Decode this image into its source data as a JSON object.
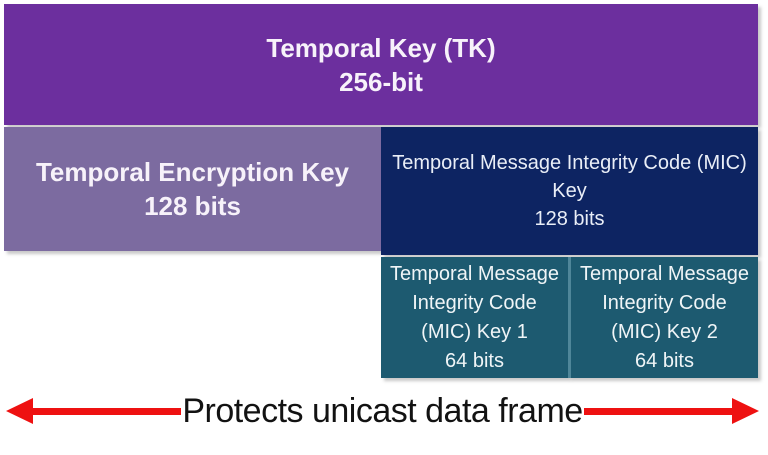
{
  "diagram": {
    "boxes": {
      "tk": {
        "lines": [
          "Temporal Key (TK)",
          "256-bit"
        ]
      },
      "tek": {
        "lines": [
          "Temporal Encryption Key",
          "128 bits"
        ]
      },
      "mic": {
        "lines": [
          "Temporal Message Integrity Code (MIC)",
          "Key",
          "128 bits"
        ]
      },
      "mic1": {
        "lines": [
          "Temporal Message",
          "Integrity Code",
          "(MIC) Key 1",
          "64 bits"
        ]
      },
      "mic2": {
        "lines": [
          "Temporal Message",
          "Integrity Code",
          "(MIC) Key 2",
          "64 bits"
        ]
      }
    },
    "arrow": {
      "label": "Protects unicast data frame"
    },
    "colors": {
      "tk_box": "#6C2F9E",
      "tek_box": "#7C6BA0",
      "mic_box": "#0D2462",
      "mic_sub_box": "#1D5A70",
      "sub_box_divider": "#4F8699",
      "arrow_red": "#EE1111",
      "arrow_label_text": "#121212",
      "box_text": "#F7F2FA"
    }
  }
}
